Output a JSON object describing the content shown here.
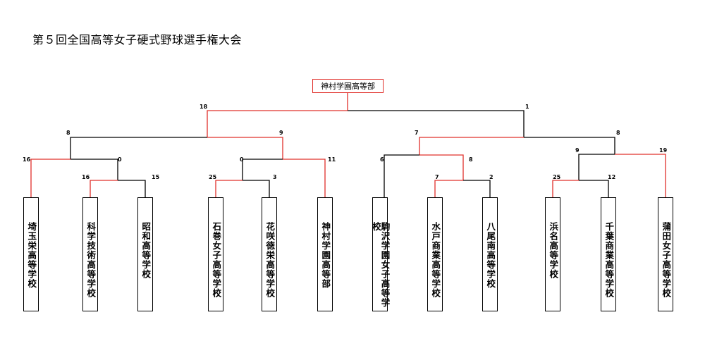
{
  "title": "第５回全国高等女子硬式野球選手権大会",
  "champion": "神村学園高等部",
  "colors": {
    "winner": "#e0302b",
    "loser": "#000000"
  },
  "teams": [
    "埼玉栄高等学校",
    "科学技術高等学校",
    "昭和高等学校",
    "石巻女子高等学校",
    "花咲徳栄高等学校",
    "神村学園高等部",
    "駒沢学園女子高等学校",
    "水戸商業高等学校",
    "八尾南高等学校",
    "浜名高等学校",
    "千葉商業高等学校",
    "蒲田女子高等学校"
  ],
  "scores": {
    "final": [
      "18",
      "1"
    ],
    "semi_left": [
      "8",
      "9"
    ],
    "semi_right": [
      "7",
      "8"
    ],
    "qf1": [
      "16",
      "0"
    ],
    "r1_1": [
      "16",
      "15"
    ],
    "qf2": [
      "0",
      "11"
    ],
    "r1_2": [
      "25",
      "3"
    ],
    "qf3": [
      "6",
      "8"
    ],
    "r1_3": [
      "7",
      "2"
    ],
    "qf4": [
      "9",
      "19"
    ],
    "r1_4": [
      "25",
      "12"
    ]
  }
}
